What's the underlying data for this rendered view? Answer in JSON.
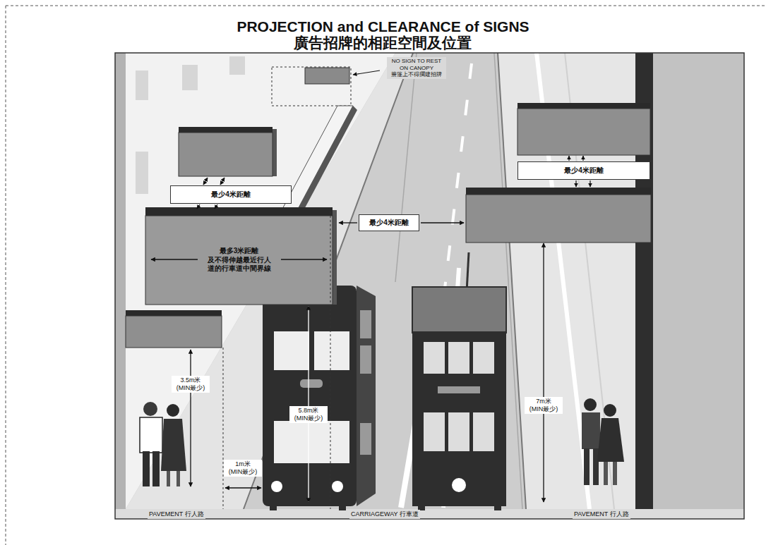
{
  "diagram": {
    "title": "PROJECTION and CLEARANCE of SIGNS",
    "nodes": [
      {
        "text": [
          "最少4米距離"
        ]
      },
      {
        "text": [
          "最多3米距離 及不得伸越最近行人 道的行車道中間界線"
        ]
      },
      {
        "text": [
          "最少4米距離"
        ]
      },
      {
        "text": [
          "最少4米距離"
        ]
      }
    ],
    "labels": [
      "廣告招牌的相距空間及位置",
      "NO SIGN TO REST ON CANOPY 簷篷上不得擱建招牌",
      "3.5m米 (MIN最少)",
      "1m米 (MIN最少)",
      "5.8m米 (MIN最少)",
      "7m米 (MIN最少)",
      "PAVEMENT 行人路",
      "CARRIAGEWAY 行車道",
      "PAVEMENT 行人路"
    ]
  }
}
